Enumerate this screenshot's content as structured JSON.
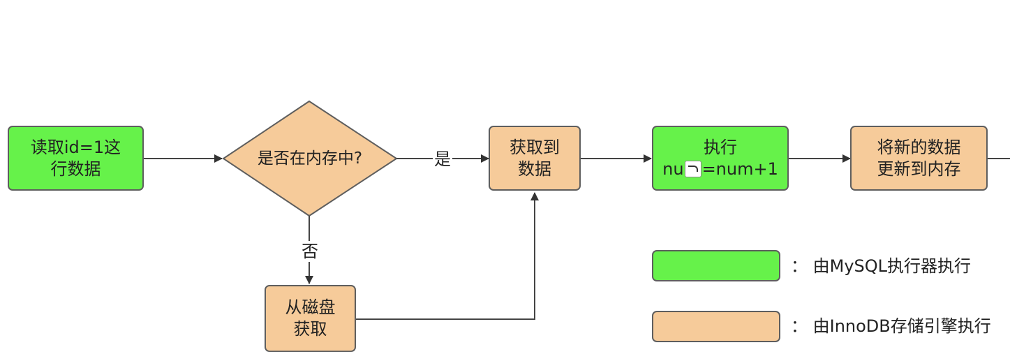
{
  "nodes": {
    "read": {
      "lines": [
        "读取id=1这",
        "行数据"
      ]
    },
    "decision": {
      "text": "是否在内存中?"
    },
    "got": {
      "lines": [
        "获取到",
        "数据"
      ]
    },
    "exec": {
      "line1": "执行",
      "line2_pre": "nu",
      "line2_post": "=num+1"
    },
    "update": {
      "lines": [
        "将新的数据",
        "更新到内存"
      ]
    },
    "disk": {
      "lines": [
        "从磁盘",
        "获取"
      ]
    }
  },
  "edge_labels": {
    "yes": "是",
    "no": "否"
  },
  "legend": {
    "mysql": "： 由MySQL执行器执行",
    "innodb": "： 由InnoDB存储引擎执行"
  },
  "colors": {
    "mysql_executor": "#66f24a",
    "innodb_engine": "#f6cb9a",
    "stroke": "#5e5e5e"
  }
}
